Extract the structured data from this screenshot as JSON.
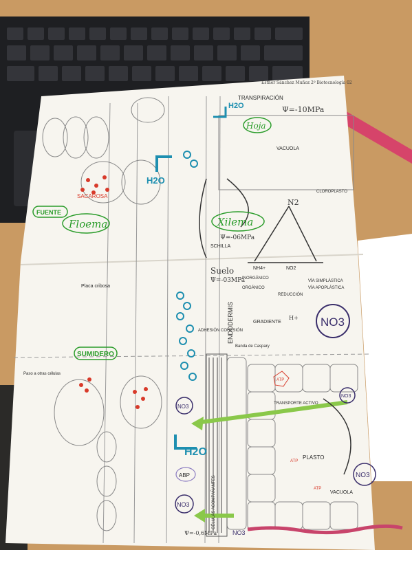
{
  "scene": {
    "description_free": true,
    "labels": {
      "fuente": "FUENTE",
      "floema": "Floema",
      "xilema": "Xilema",
      "sumidero": "SUMIDERO",
      "hoja": "Hoja",
      "sacarosa": "SACAROSA",
      "h2o_1": "H2O",
      "h2o_2": "H2O",
      "h2o_3": "H2O",
      "no3_big": "NO3",
      "no3_a": "NO3",
      "no3_b": "NO3",
      "no3_c": "NO3",
      "no3_d": "NO3",
      "no3_e": "NO3",
      "suelo": "Suelo",
      "endodermis": "ENDODERMIS",
      "plasto": "PLASTO",
      "vacuola_top": "VACUOLA",
      "vacuola_bottom": "VACUOLA",
      "atp_a": "ATP",
      "atp_b": "ATP",
      "atp_c": "ATP",
      "abp": "ABP",
      "psi_hoja": "Ψ=-10MPa",
      "psi_xilema": "Ψ=-06MPa",
      "psi_suelo": "Ψ=-03MPa",
      "psi_bottom": "Ψ=-0,6MPa",
      "transpiracion": "TRANSPIRACIÓN",
      "n2": "N2",
      "schilla": "SCHILLA",
      "placa_cribosa": "Placa cribosa",
      "adhesion": "ADHESIÓN COHESIÓN",
      "gradiente": "GRADIENTE",
      "banda": "Banda de Caspary",
      "hplus": "H+",
      "nh4": "NH4+",
      "no2": "NO2",
      "via_simplasto": "VÍA SIMPLÁSTICA",
      "via_apoplasto": "VÍA APOPLÁSTICA",
      "inorganico": "INORGÁNICO",
      "organico": "ORGÁNICO",
      "transporte_activo": "TRANSPORTE ACTIVO",
      "paso_celulas": "Paso a otras células",
      "cloroplasto": "CLOROPLASTO",
      "reduccion": "REDUCCIÓN",
      "celulas": "CÉLULAS ACOMPAÑANTES",
      "header_name": "Esther Sánchez Muñoz 2º Biotecnología 02"
    }
  },
  "colors": {
    "paper": "#f7f5ef",
    "desk": "#c99a63",
    "laptop": "#1e1f22",
    "green": "#2a9c2a",
    "blue": "#1e8fb0",
    "purple": "#3a2e6b",
    "red": "#d83a2a",
    "pink": "#d6446a"
  }
}
